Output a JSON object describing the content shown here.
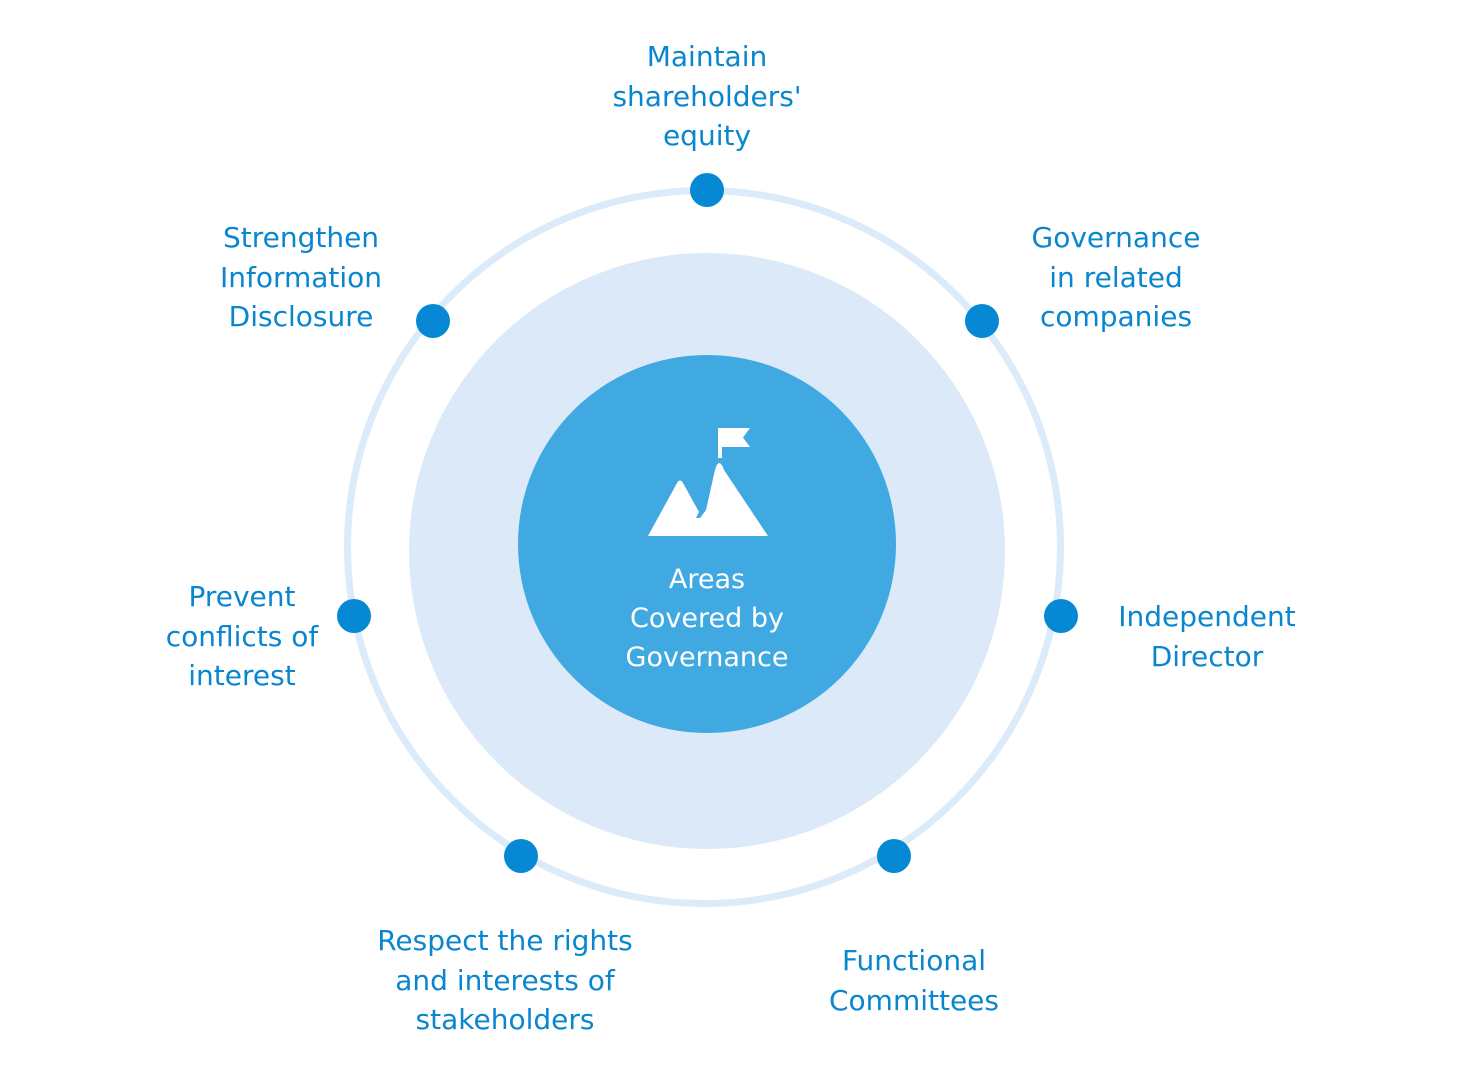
{
  "colors": {
    "accent": "#0688d4",
    "label": "#0a86cf",
    "orbit": "#dcebf9",
    "halo": "#dbe9f8",
    "core": "#41a9e1",
    "icon": "#ffffff"
  },
  "center": {
    "icon": "mountain-flag-icon",
    "label": "Areas\nCovered by\nGovernance"
  },
  "areas": [
    {
      "label": "Maintain\nshareholders'\nequity"
    },
    {
      "label": "Governance\nin related\ncompanies"
    },
    {
      "label": "Independent\nDirector"
    },
    {
      "label": "Functional\nCommittees"
    },
    {
      "label": "Respect the rights\nand interests of\nstakeholders"
    },
    {
      "label": "Prevent\nconflicts of\ninterest"
    },
    {
      "label": "Strengthen\nInformation\nDisclosure"
    }
  ]
}
